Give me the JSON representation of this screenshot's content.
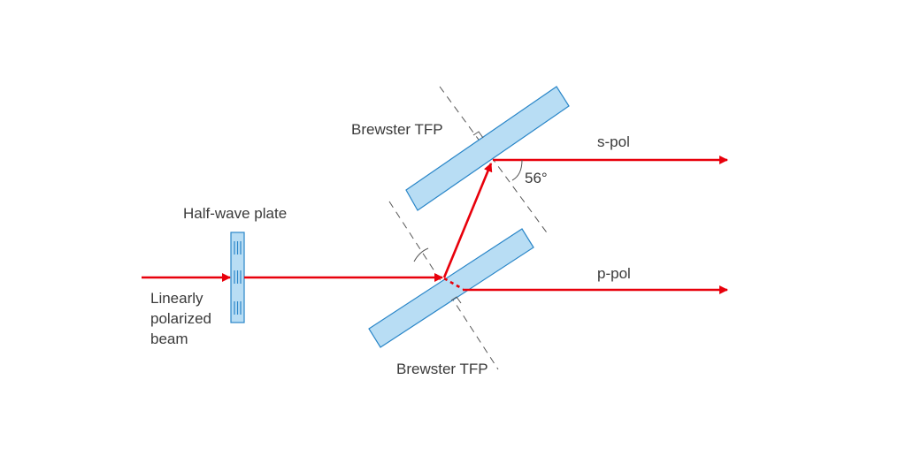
{
  "labels": {
    "input_beam": [
      "Linearly",
      "polarized",
      "beam"
    ],
    "half_wave_plate": "Half-wave plate",
    "tfp_top": "Brewster TFP",
    "tfp_bottom": "Brewster TFP",
    "s_pol": "s-pol",
    "p_pol": "p-pol",
    "angle": "56°"
  },
  "colors": {
    "beam": "#e8000b",
    "plate_fill": "#b8ddf4",
    "plate_stroke": "#2a86c8",
    "normal_line": "#555555",
    "text": "#3a3a3a"
  }
}
